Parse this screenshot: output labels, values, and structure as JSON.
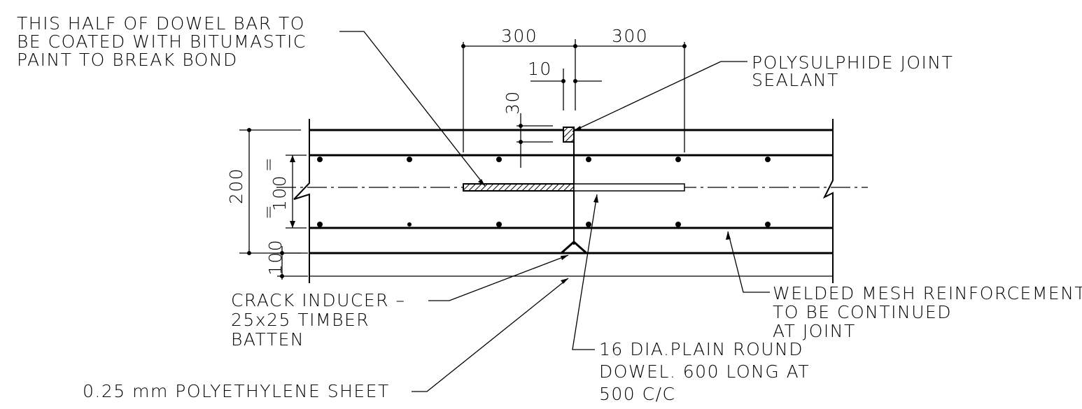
{
  "notes": {
    "bitumastic": [
      "THIS HALF OF DOWEL BAR TO",
      "BE COATED WITH BITUMASTIC",
      "PAINT TO BREAK BOND"
    ],
    "sealant": [
      "POLYSULPHIDE JOINT",
      "SEALANT"
    ],
    "crack_inducer": [
      "CRACK INDUCER –",
      "25x25 TIMBER",
      "BATTEN"
    ],
    "mesh": [
      "WELDED MESH REINFORCEMENT",
      "TO BE CONTINUED",
      "AT JOINT"
    ],
    "dowel": [
      "16 DIA.PLAIN ROUND",
      "DOWEL. 600 LONG AT",
      "500 C/C"
    ],
    "sheet": "0.25 mm POLYETHYLENE SHEET"
  },
  "dimensions": {
    "dowel_left": "300",
    "dowel_right": "300",
    "joint_gap": "10",
    "sealant_depth": "30",
    "slab_thickness": "200",
    "mesh_spacing": "100",
    "equal_mark": "=",
    "sub_base": "100"
  }
}
